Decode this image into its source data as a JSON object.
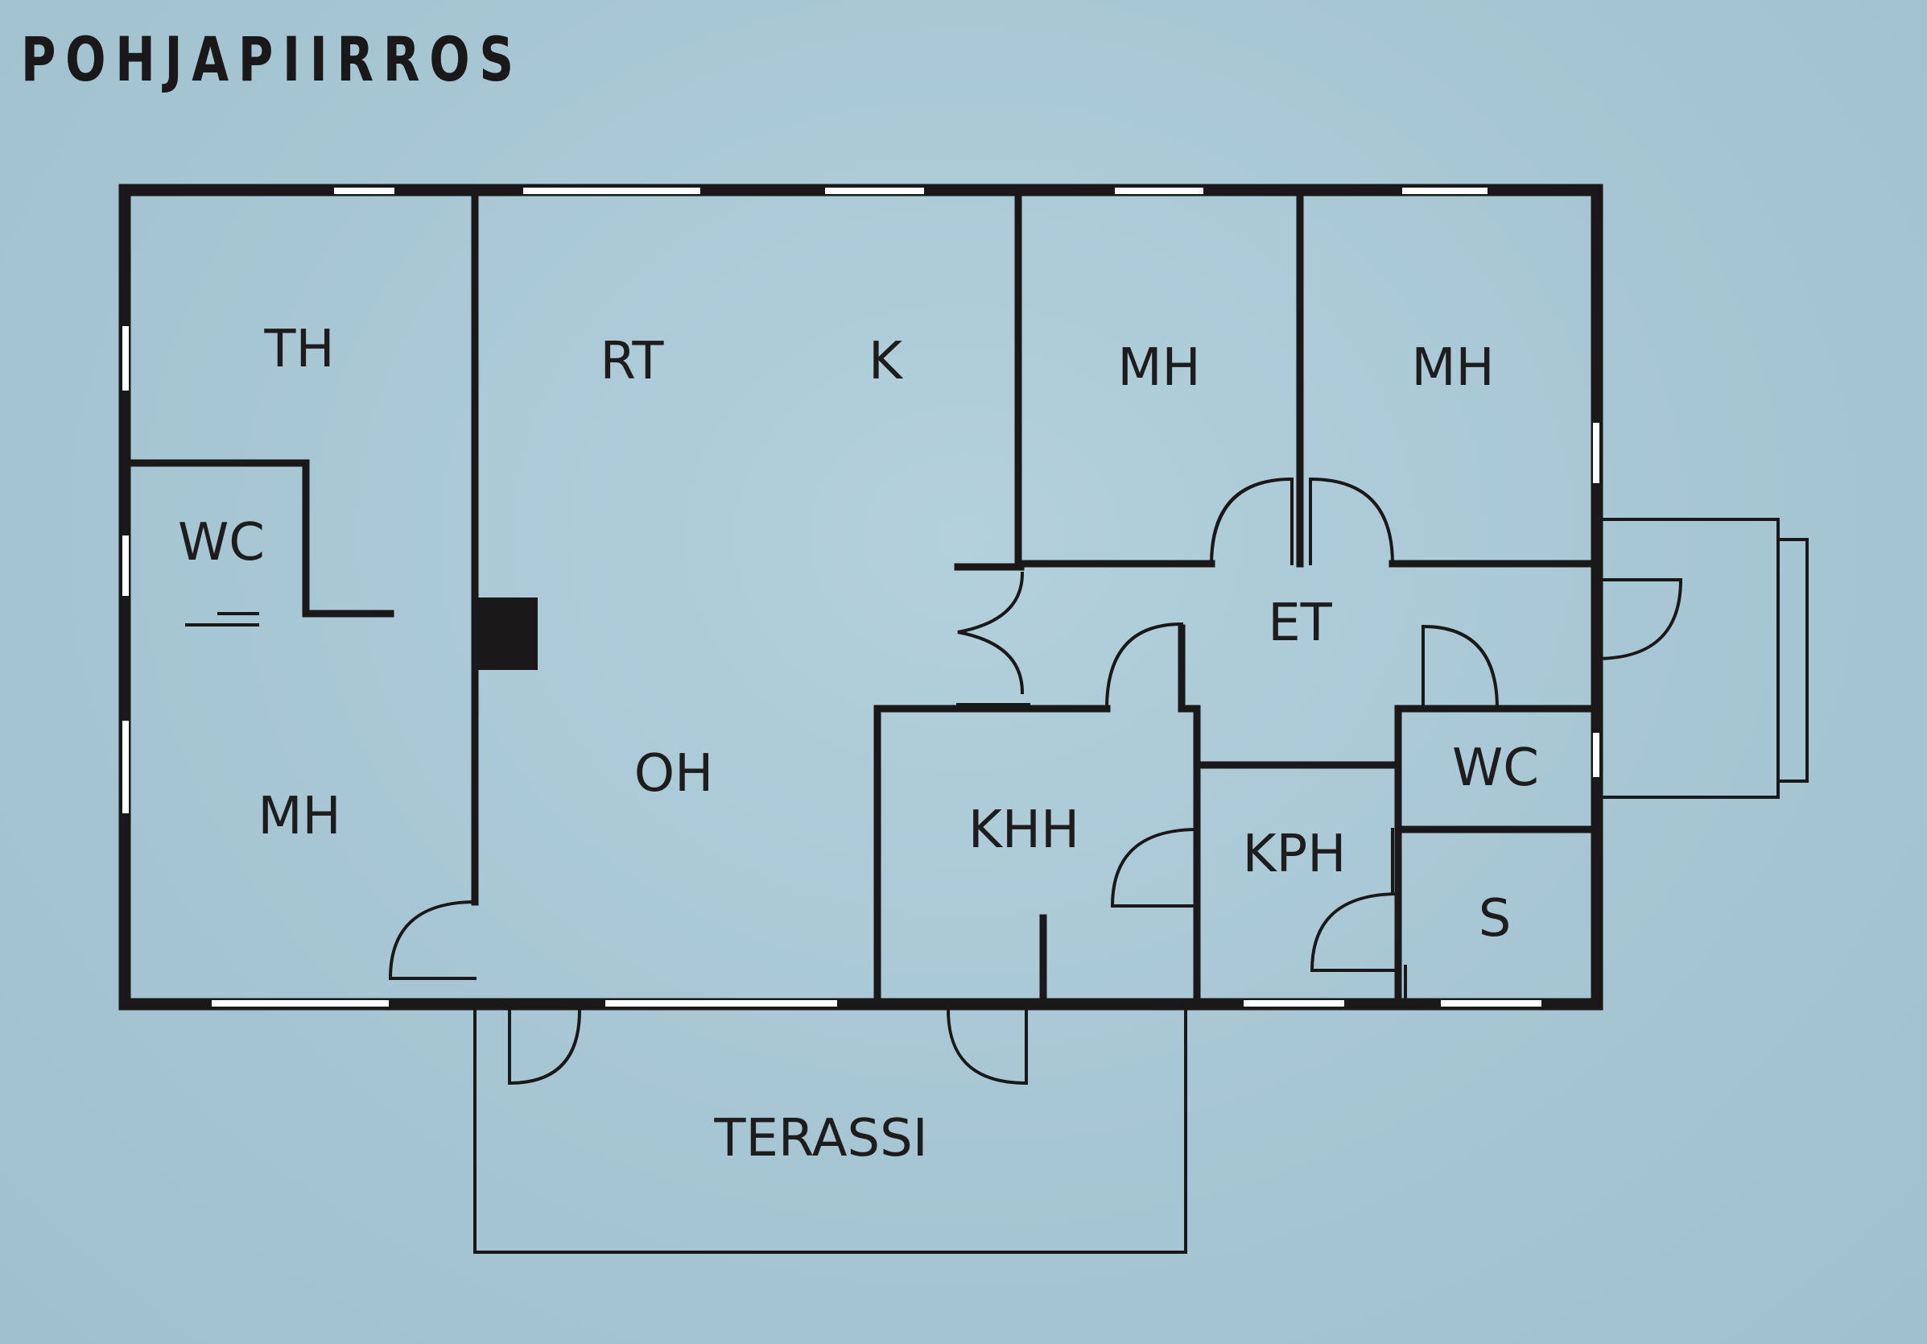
{
  "title": "POHJAPIIRROS",
  "colors": {
    "background": "#a9c8d6",
    "walls": "#1a1818",
    "windows": "#ffffff"
  },
  "rooms": [
    {
      "id": "th",
      "label": "TH"
    },
    {
      "id": "rt",
      "label": "RT"
    },
    {
      "id": "k",
      "label": "K"
    },
    {
      "id": "mh-1",
      "label": "MH"
    },
    {
      "id": "mh-2",
      "label": "MH"
    },
    {
      "id": "wc-1",
      "label": "WC"
    },
    {
      "id": "et",
      "label": "ET"
    },
    {
      "id": "oh",
      "label": "OH"
    },
    {
      "id": "mh-3",
      "label": "MH"
    },
    {
      "id": "wc-2",
      "label": "WC"
    },
    {
      "id": "khh",
      "label": "KHH"
    },
    {
      "id": "kph",
      "label": "KPH"
    },
    {
      "id": "s",
      "label": "S"
    },
    {
      "id": "terassi",
      "label": "TERASSI"
    }
  ]
}
